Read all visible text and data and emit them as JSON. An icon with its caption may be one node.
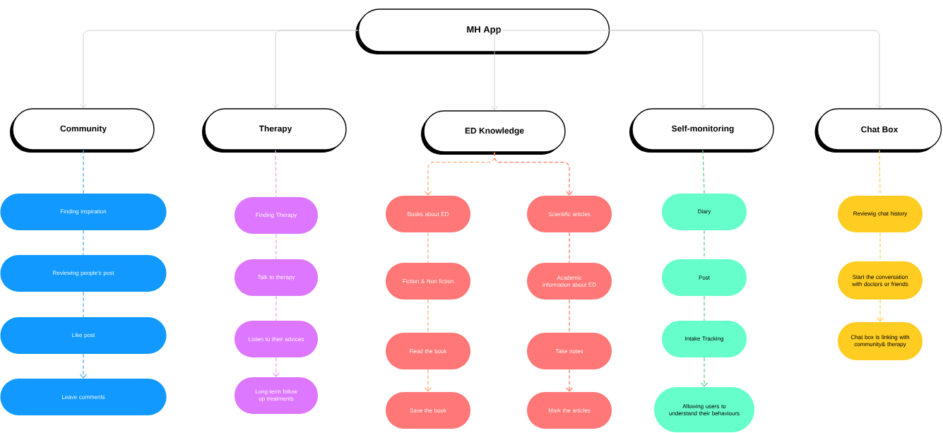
{
  "diagram": {
    "nodes": [
      {
        "text": [
          "MH App"
        ]
      },
      {
        "text": [
          "Community"
        ]
      },
      {
        "text": [
          "Therapy"
        ]
      },
      {
        "text": [
          "ED Knowledge"
        ]
      },
      {
        "text": [
          "Self-monitoring"
        ]
      },
      {
        "text": [
          "Chat Box"
        ]
      },
      {
        "text": [
          "Finding inspiration"
        ]
      },
      {
        "text": [
          "Reviewing people's post"
        ]
      },
      {
        "text": [
          "Like post"
        ]
      },
      {
        "text": [
          "Leave comments"
        ]
      },
      {
        "text": [
          "Finding Therapy"
        ]
      },
      {
        "text": [
          "Talk to therapy"
        ]
      },
      {
        "text": [
          "Listen to their advices"
        ]
      },
      {
        "text": [
          "Long-term follow up treatments"
        ]
      },
      {
        "text": [
          "Books about ED"
        ]
      },
      {
        "text": [
          "Fiction & Non fiction"
        ]
      },
      {
        "text": [
          "Read the book"
        ]
      },
      {
        "text": [
          "Save the book"
        ]
      },
      {
        "text": [
          "Scientific articles"
        ]
      },
      {
        "text": [
          "Academic information about ED"
        ]
      },
      {
        "text": [
          "Take notes"
        ]
      },
      {
        "text": [
          "Mark the articles"
        ]
      },
      {
        "text": [
          "Diary"
        ]
      },
      {
        "text": [
          "Post"
        ]
      },
      {
        "text": [
          "Intake Tracking"
        ]
      },
      {
        "text": [
          "Allowing users to understand their behaviours"
        ]
      },
      {
        "text": [
          "Reviewig chat history"
        ]
      },
      {
        "text": [
          "Start the conversation with doctors or friends"
        ]
      },
      {
        "text": [
          "Chat box is linking with community& therapy"
        ]
      }
    ],
    "edges": [
      {
        "from": 0,
        "to": 1,
        "arrow": "to",
        "color": "#c8c8c8"
      },
      {
        "from": 0,
        "to": 2,
        "arrow": "to",
        "color": "#c8c8c8"
      },
      {
        "from": 0,
        "to": 3,
        "arrow": "to",
        "color": "#c8c8c8"
      },
      {
        "from": 0,
        "to": 4,
        "arrow": "to",
        "color": "#c8c8c8"
      },
      {
        "from": 0,
        "to": 5,
        "arrow": "to",
        "color": "#c8c8c8"
      },
      {
        "from": 1,
        "to": 6,
        "arrow": "none",
        "style": "dashed",
        "color": "#55aaff"
      },
      {
        "from": 6,
        "to": 7,
        "arrow": "none",
        "style": "dashed",
        "color": "#55aaff"
      },
      {
        "from": 7,
        "to": 8,
        "arrow": "none",
        "style": "dashed",
        "color": "#55aaff"
      },
      {
        "from": 8,
        "to": 9,
        "arrow": "to",
        "style": "dashed",
        "color": "#55aaff"
      },
      {
        "from": 2,
        "to": 10,
        "arrow": "none",
        "style": "dashed",
        "color": "#e8a0ff"
      },
      {
        "from": 10,
        "to": 11,
        "arrow": "none",
        "style": "dashed",
        "color": "#e8a0ff"
      },
      {
        "from": 11,
        "to": 12,
        "arrow": "none",
        "style": "dashed",
        "color": "#e8a0ff"
      },
      {
        "from": 12,
        "to": 13,
        "arrow": "to",
        "style": "dashed",
        "color": "#e8a0ff"
      },
      {
        "from": 3,
        "to": 14,
        "arrow": "to",
        "style": "dashed",
        "color": "#ffaa77"
      },
      {
        "from": 3,
        "to": 18,
        "arrow": "to",
        "style": "dashed",
        "color": "#ff7766"
      },
      {
        "from": 14,
        "to": 15,
        "arrow": "none",
        "style": "dashed",
        "color": "#ffaa77"
      },
      {
        "from": 15,
        "to": 16,
        "arrow": "none",
        "style": "dashed",
        "color": "#ffaa77"
      },
      {
        "from": 16,
        "to": 17,
        "arrow": "to",
        "style": "dashed",
        "color": "#ffaa77"
      },
      {
        "from": 18,
        "to": 19,
        "arrow": "none",
        "style": "dashed",
        "color": "#ff7766"
      },
      {
        "from": 19,
        "to": 20,
        "arrow": "none",
        "style": "dashed",
        "color": "#ff7766"
      },
      {
        "from": 20,
        "to": 21,
        "arrow": "to",
        "style": "dashed",
        "color": "#ff7766"
      },
      {
        "from": 4,
        "to": 22,
        "arrow": "none",
        "style": "dashed",
        "color": "#66cc88"
      },
      {
        "from": 22,
        "to": 23,
        "arrow": "none",
        "style": "dashed",
        "color": "#66cc88"
      },
      {
        "from": 23,
        "to": 24,
        "arrow": "none",
        "style": "dashed",
        "color": "#66cc88"
      },
      {
        "from": 24,
        "to": 25,
        "arrow": "to",
        "style": "dashed",
        "color": "#66cc88"
      },
      {
        "from": 5,
        "to": 26,
        "arrow": "none",
        "style": "dashed",
        "color": "#ffcc55"
      },
      {
        "from": 26,
        "to": 27,
        "arrow": "none",
        "style": "dashed",
        "color": "#ffcc55"
      },
      {
        "from": 27,
        "to": 28,
        "arrow": "to",
        "style": "dashed",
        "color": "#ffcc55"
      }
    ]
  }
}
